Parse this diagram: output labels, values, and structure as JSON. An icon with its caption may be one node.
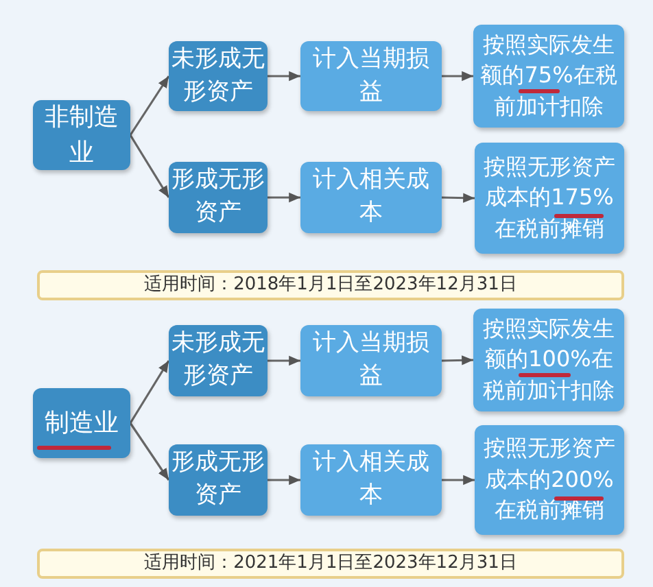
{
  "diagram": {
    "nodes": [
      {
        "text": [
          "非制造业"
        ]
      },
      {
        "text": [
          "未形成无形资产"
        ]
      },
      {
        "text": [
          "计入当期损益"
        ]
      },
      {
        "text": [
          "按照实际发生额的75%在税前加计扣除"
        ]
      },
      {
        "text": [
          "形成无形资产"
        ]
      },
      {
        "text": [
          "计入相关成本"
        ]
      },
      {
        "text": [
          "按照无形资产成本的175%在税前摊销"
        ]
      },
      {
        "text": [
          "适用时间：2018年1月1日至2023年12月31日"
        ]
      },
      {
        "text": [
          "制造业"
        ]
      },
      {
        "text": [
          "未形成无形资产"
        ]
      },
      {
        "text": [
          "计入当期损益"
        ]
      },
      {
        "text": [
          "按照实际发生额的100%在税前加计扣除"
        ]
      },
      {
        "text": [
          "形成无形资产"
        ]
      },
      {
        "text": [
          "计入相关成本"
        ]
      },
      {
        "text": [
          "按照无形资产成本的200%在税前摊销"
        ]
      },
      {
        "text": [
          "适用时间：2021年1月1日至2023年12月31日"
        ]
      }
    ],
    "edges": [
      {
        "from": 0,
        "to": 1,
        "arrow": "to"
      },
      {
        "from": 0,
        "to": 4,
        "arrow": "to"
      },
      {
        "from": 1,
        "to": 2,
        "arrow": "to"
      },
      {
        "from": 2,
        "to": 3,
        "arrow": "to"
      },
      {
        "from": 4,
        "to": 5,
        "arrow": "to"
      },
      {
        "from": 5,
        "to": 6,
        "arrow": "to"
      },
      {
        "from": 8,
        "to": 9,
        "arrow": "to"
      },
      {
        "from": 8,
        "to": 12,
        "arrow": "to"
      },
      {
        "from": 9,
        "to": 10,
        "arrow": "to"
      },
      {
        "from": 10,
        "to": 11,
        "arrow": "to"
      },
      {
        "from": 12,
        "to": 13,
        "arrow": "to"
      },
      {
        "from": 13,
        "to": 14,
        "arrow": "to"
      }
    ]
  }
}
